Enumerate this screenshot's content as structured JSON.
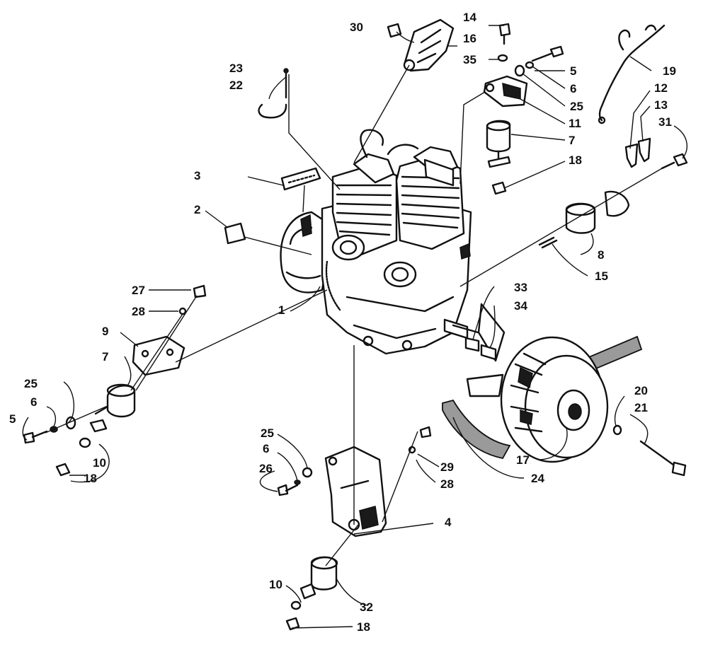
{
  "callouts": [
    {
      "id": "c1",
      "text": "1"
    },
    {
      "id": "c2",
      "text": "2"
    },
    {
      "id": "c3",
      "text": "3"
    },
    {
      "id": "c4",
      "text": "4"
    },
    {
      "id": "c5a",
      "text": "5"
    },
    {
      "id": "c5b",
      "text": "5"
    },
    {
      "id": "c6a",
      "text": "6"
    },
    {
      "id": "c6b",
      "text": "6"
    },
    {
      "id": "c6c",
      "text": "6"
    },
    {
      "id": "c7a",
      "text": "7"
    },
    {
      "id": "c7b",
      "text": "7"
    },
    {
      "id": "c8",
      "text": "8"
    },
    {
      "id": "c9",
      "text": "9"
    },
    {
      "id": "c10a",
      "text": "10"
    },
    {
      "id": "c10b",
      "text": "10"
    },
    {
      "id": "c11",
      "text": "11"
    },
    {
      "id": "c12",
      "text": "12"
    },
    {
      "id": "c13",
      "text": "13"
    },
    {
      "id": "c14",
      "text": "14"
    },
    {
      "id": "c15",
      "text": "15"
    },
    {
      "id": "c16",
      "text": "16"
    },
    {
      "id": "c17",
      "text": "17"
    },
    {
      "id": "c18a",
      "text": "18"
    },
    {
      "id": "c18b",
      "text": "18"
    },
    {
      "id": "c18c",
      "text": "18"
    },
    {
      "id": "c19",
      "text": "19"
    },
    {
      "id": "c20",
      "text": "20"
    },
    {
      "id": "c21",
      "text": "21"
    },
    {
      "id": "c22",
      "text": "22"
    },
    {
      "id": "c23",
      "text": "23"
    },
    {
      "id": "c24",
      "text": "24"
    },
    {
      "id": "c25a",
      "text": "25"
    },
    {
      "id": "c25b",
      "text": "25"
    },
    {
      "id": "c25c",
      "text": "25"
    },
    {
      "id": "c26",
      "text": "26"
    },
    {
      "id": "c27",
      "text": "27"
    },
    {
      "id": "c28a",
      "text": "28"
    },
    {
      "id": "c28b",
      "text": "28"
    },
    {
      "id": "c29",
      "text": "29"
    },
    {
      "id": "c30",
      "text": "30"
    },
    {
      "id": "c31",
      "text": "31"
    },
    {
      "id": "c32",
      "text": "32"
    },
    {
      "id": "c33",
      "text": "33"
    },
    {
      "id": "c34",
      "text": "34"
    },
    {
      "id": "c35",
      "text": "35"
    }
  ]
}
